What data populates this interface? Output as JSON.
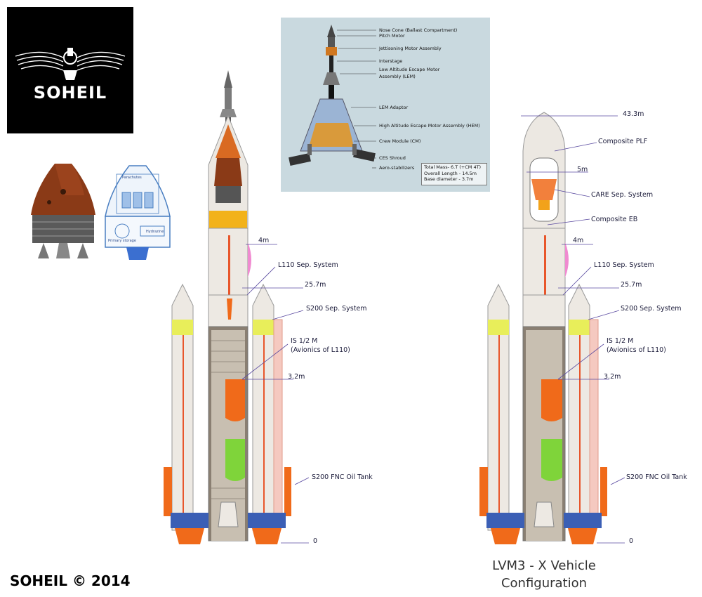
{
  "logo": {
    "text": "SOHEIL"
  },
  "copyright": "SOHEIL © 2014",
  "inset": {
    "labels": [
      "Nose Cone (Ballast Compartment)",
      "Pitch Motor",
      "Jettisoning Motor Assembly",
      "Interstage",
      "Low Altitude Escape Motor",
      "Assembly (LEM)",
      "LEM Adaptor",
      "High Altitude Escape Motor Assembly (HEM)",
      "Crew Module (CM)",
      "CES Shroud",
      "Aero-stabilizers"
    ],
    "specs": [
      "Total Mass- 6.T (+CM 4T)",
      "Overall Length - 14.5m",
      "Base diameter - 3.7m"
    ]
  },
  "capsule_labels": [
    "Parachutes",
    "Primary storage",
    "Hydrazine"
  ],
  "left_rocket": {
    "labels": {
      "width_4m": "4m",
      "l110": "L110 Sep. System",
      "h257": "25.7m",
      "s200": "S200 Sep. System",
      "is12m_1": "IS 1/2 M",
      "is12m_2": "(Avionics of L110)",
      "w32": "3.2m",
      "fnc": "S200 FNC Oil Tank",
      "zero": "0"
    }
  },
  "right_rocket": {
    "labels": {
      "h433": "43.3m",
      "plf": "Composite PLF",
      "w5m": "5m",
      "care": "CARE Sep. System",
      "eb": "Composite EB",
      "width_4m": "4m",
      "l110": "L110 Sep. System",
      "h257": "25.7m",
      "s200": "S200 Sep. System",
      "is12m_1": "IS 1/2 M",
      "is12m_2": "(Avionics of L110)",
      "w32": "3.2m",
      "fnc": "S200 FNC Oil Tank",
      "zero": "0"
    }
  },
  "caption": {
    "line1": "LVM3 - X Vehicle",
    "line2": "Configuration"
  },
  "colors": {
    "orange": "#f06a1a",
    "yellow": "#e8ee5a",
    "green": "#7fd43a",
    "blue": "#3b5fb5",
    "pink": "#f08ad0",
    "body": "#ede9e3",
    "brown": "#8a3a17"
  }
}
